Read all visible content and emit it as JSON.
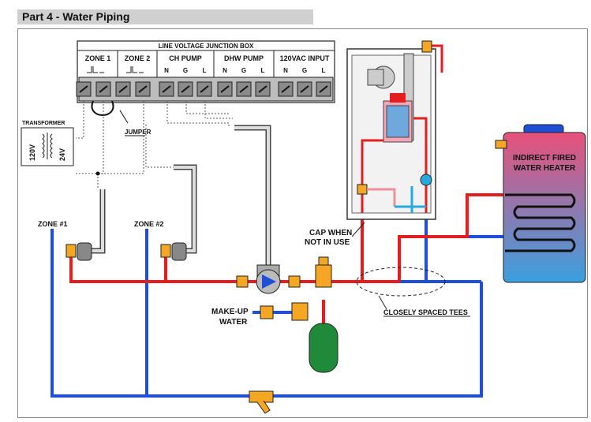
{
  "section_title": "Part 4 - Water Piping",
  "junction_box": {
    "title": "LINE VOLTAGE JUNCTION BOX",
    "groups": [
      {
        "label": "ZONE 1",
        "terminals": []
      },
      {
        "label": "ZONE 2",
        "terminals": []
      },
      {
        "label": "CH PUMP",
        "terminals": [
          "N",
          "G",
          "L"
        ]
      },
      {
        "label": "DHW PUMP",
        "terminals": [
          "N",
          "G",
          "L"
        ]
      },
      {
        "label": "120VAC INPUT",
        "terminals": [
          "N",
          "G",
          "L"
        ]
      }
    ]
  },
  "labels": {
    "transformer": "TRANSFORMER",
    "primary_voltage": "120V",
    "secondary_voltage": "24V",
    "jumper": "JUMPER",
    "zone1": "ZONE  #1",
    "zone2": "ZONE  #2",
    "cap_when_not_in_use_1": "CAP WHEN",
    "cap_when_not_in_use_2": "NOT IN USE",
    "makeup_water_1": "MAKE-UP",
    "makeup_water_2": "WATER",
    "closely_spaced_tees": "CLOSELY SPACED TEES",
    "indirect_heater_1": "INDIRECT FIRED",
    "indirect_heater_2": "WATER HEATER"
  },
  "colors": {
    "hot_pipe": "#e41e1e",
    "cold_pipe": "#1f4fd6",
    "light_blue": "#29a8e0",
    "tank_green": "#1f8a3a",
    "valve_yellow": "#f5a623",
    "heater_fill": "#4aa3df",
    "heater_hot": "#e8507a"
  }
}
